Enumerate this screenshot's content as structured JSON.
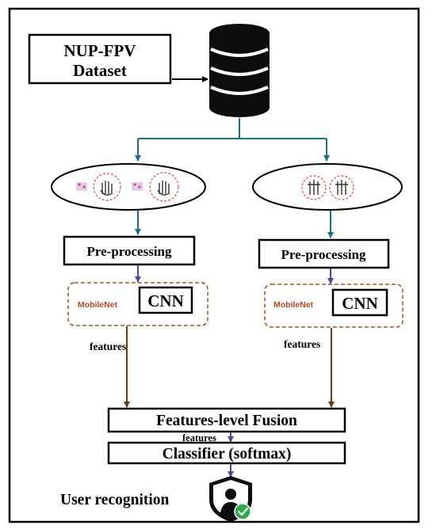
{
  "dataset": {
    "line1": "NUP-FPV",
    "line2": "Dataset"
  },
  "left_branch": {
    "preprocess_label": "Pre-processing",
    "model_label": "MobileNet",
    "cnn_label": "CNN",
    "features_label": "features"
  },
  "right_branch": {
    "preprocess_label": "Pre-processing",
    "model_label": "MobileNet",
    "cnn_label": "CNN",
    "features_label": "features"
  },
  "fusion": {
    "label": "Features-level Fusion",
    "features_label": "features"
  },
  "classifier": {
    "label": "Classifier (softmax)"
  },
  "output": {
    "label": "User recognition"
  },
  "colors": {
    "branch_arrow": "#1f6f86",
    "small_arrow": "#4a4a9c",
    "feature_arrow": "#6b3a17",
    "mobilenet_text": "#b0491b",
    "dashed_border": "#a0522d",
    "check_green": "#2eaa4a",
    "ring_red": "#e0454a"
  },
  "icons": {
    "database": "database-icon",
    "left_samples": [
      "palm-vein-sample-icon",
      "hand-icon",
      "palm-vein-sample-icon",
      "hand-icon"
    ],
    "right_samples": [
      "finger-vein-icon",
      "finger-vein-icon"
    ],
    "output": "verified-user-shield-icon"
  }
}
